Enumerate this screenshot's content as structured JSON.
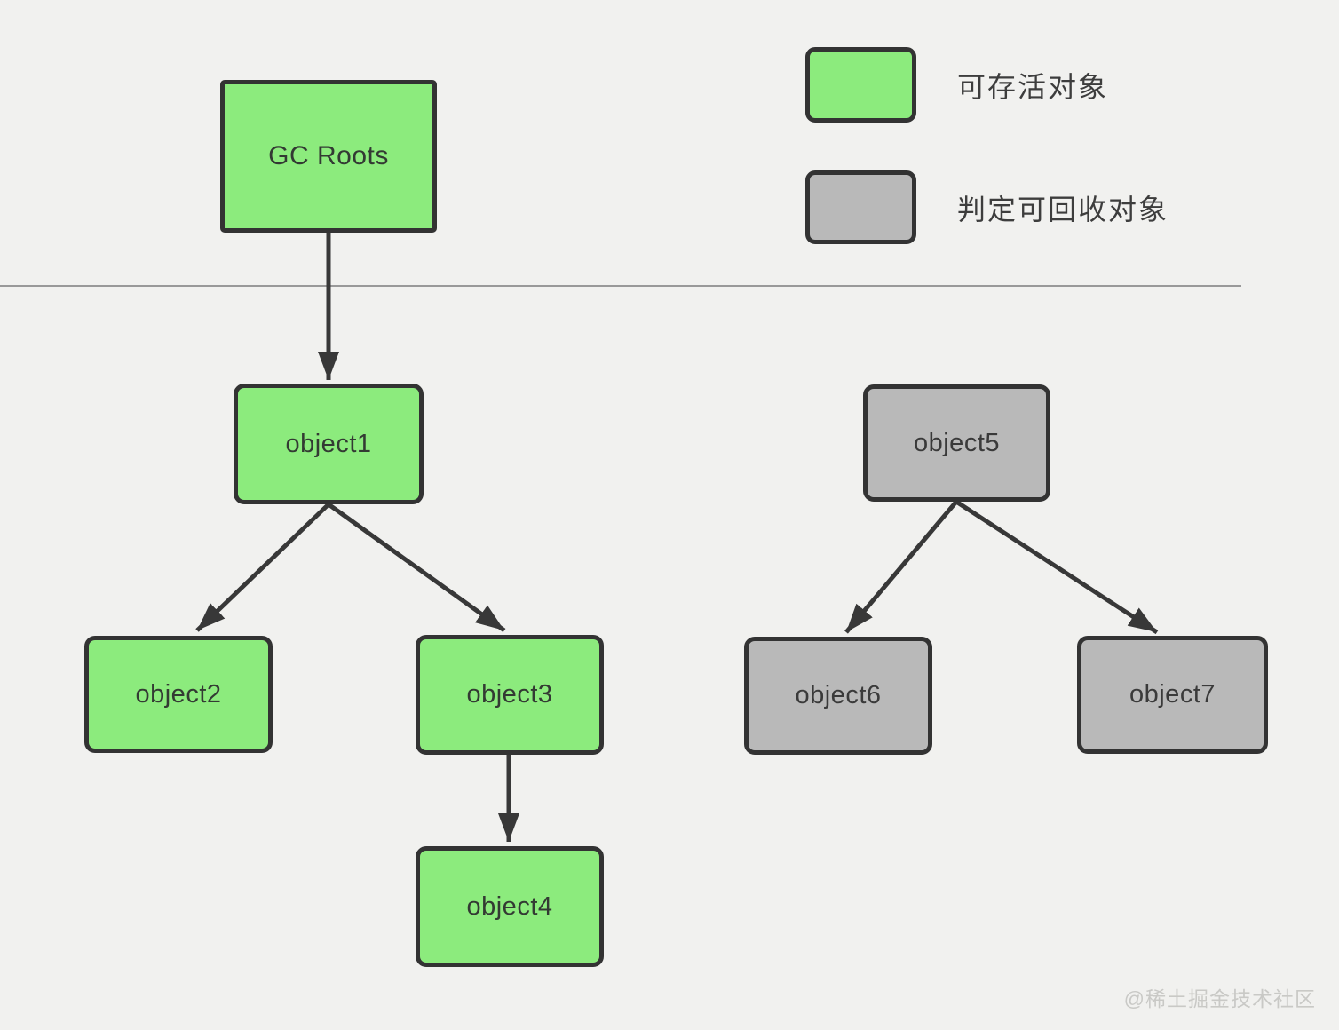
{
  "diagram_type": "gc-roots-reachability",
  "colors": {
    "survivable_fill": "#8CEB7D",
    "collectable_fill": "#B9B9B9",
    "border": "#333333",
    "background": "#F1F1EF",
    "divider": "#999999",
    "watermark": "#C9C9C6"
  },
  "legend": {
    "items": [
      {
        "key": "survivable",
        "color": "#8CEB7D",
        "label": "可存活对象"
      },
      {
        "key": "collectable",
        "color": "#B9B9B9",
        "label": "判定可回收对象"
      }
    ]
  },
  "nodes": {
    "gc_roots": {
      "label": "GC Roots",
      "status": "survivable"
    },
    "object1": {
      "label": "object1",
      "status": "survivable"
    },
    "object2": {
      "label": "object2",
      "status": "survivable"
    },
    "object3": {
      "label": "object3",
      "status": "survivable"
    },
    "object4": {
      "label": "object4",
      "status": "survivable"
    },
    "object5": {
      "label": "object5",
      "status": "collectable"
    },
    "object6": {
      "label": "object6",
      "status": "collectable"
    },
    "object7": {
      "label": "object7",
      "status": "collectable"
    }
  },
  "edges": [
    {
      "from": "GC Roots",
      "to": "object1"
    },
    {
      "from": "object1",
      "to": "object2"
    },
    {
      "from": "object1",
      "to": "object3"
    },
    {
      "from": "object3",
      "to": "object4"
    },
    {
      "from": "object5",
      "to": "object6"
    },
    {
      "from": "object5",
      "to": "object7"
    }
  ],
  "watermark": "@稀土掘金技术社区"
}
